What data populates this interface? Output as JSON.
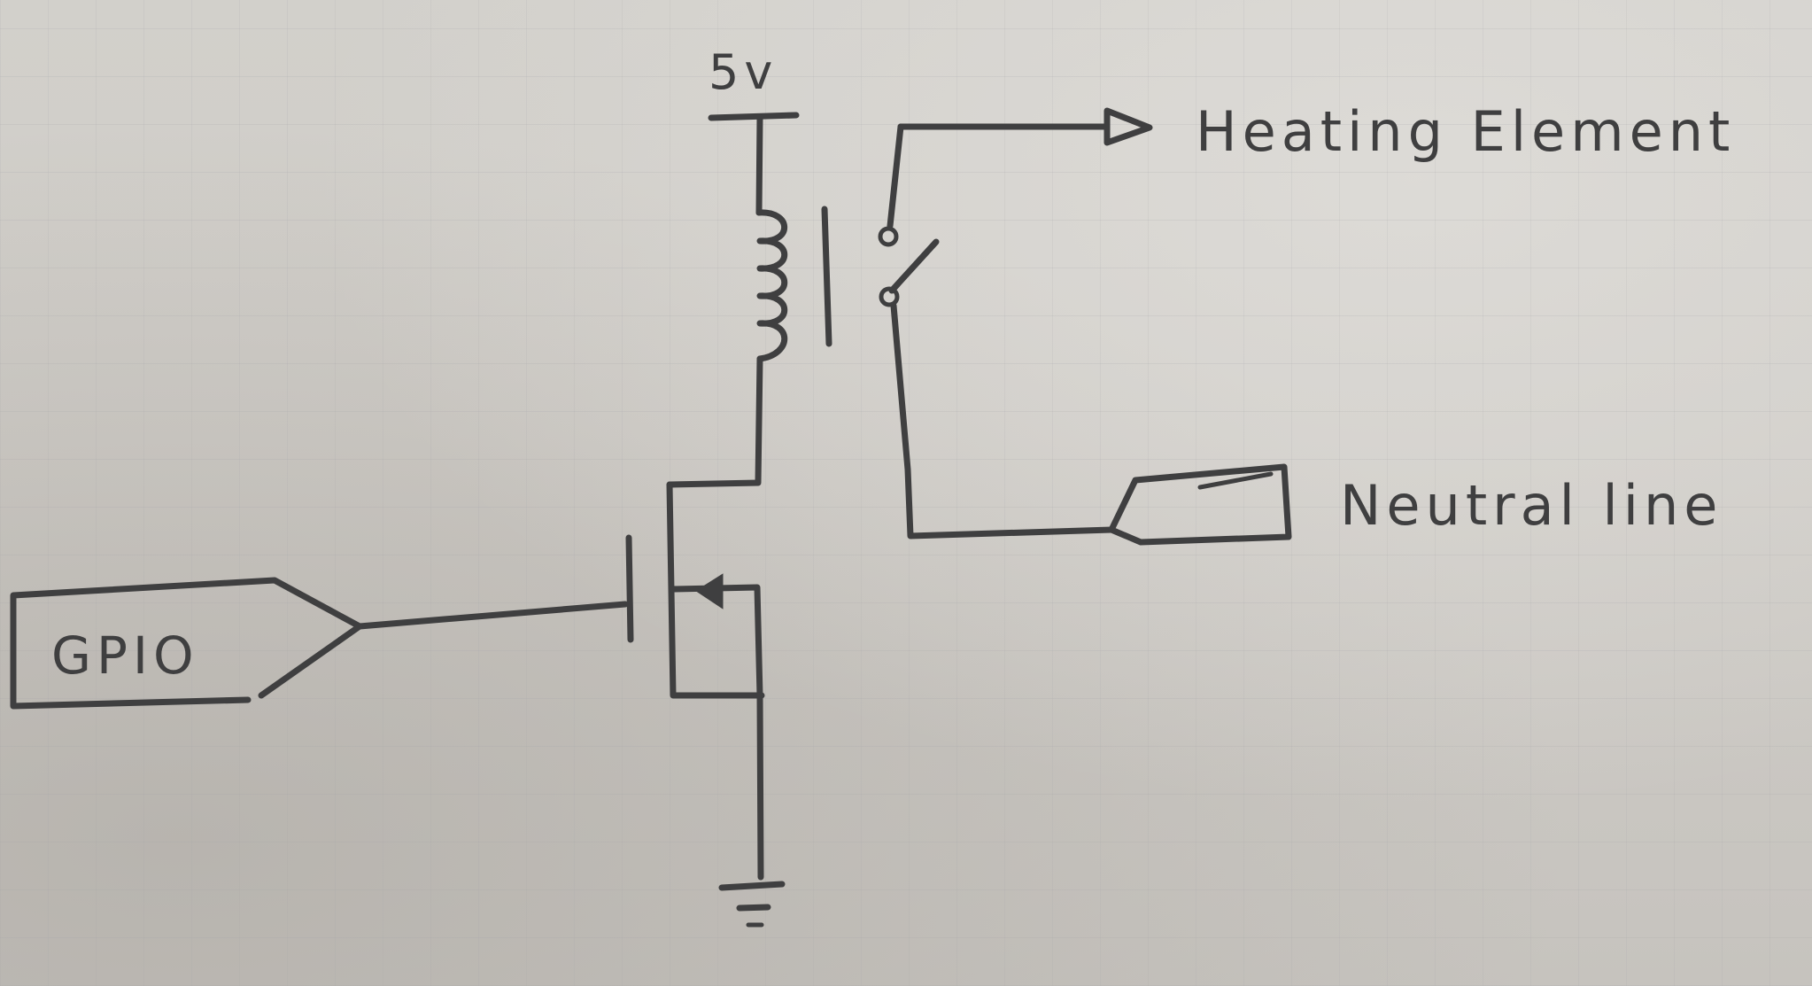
{
  "diagram": {
    "labels": {
      "supply": "5v",
      "gpio": "GPIO",
      "heating": "Heating Element",
      "neutral": "Neutral line"
    }
  }
}
